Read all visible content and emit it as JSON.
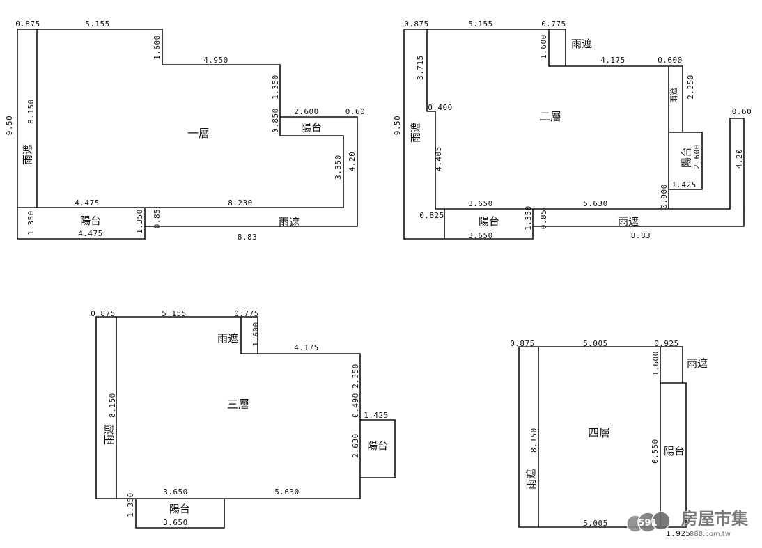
{
  "floors": {
    "f1": {
      "title": "一層",
      "dims": [
        "0.875",
        "5.155",
        "1.600",
        "4.950",
        "1.350",
        "0.850",
        "2.600",
        "0.60",
        "3.350",
        "4.20",
        "9.50",
        "8.150",
        "4.475",
        "8.230",
        "1.350",
        "1.350",
        "0.85",
        "4.475",
        "8.83"
      ],
      "balcony": [
        "陽台",
        "陽台"
      ],
      "rain_cover": [
        "雨遮",
        "雨遮"
      ]
    },
    "f2": {
      "title": "二層",
      "dims": [
        "0.875",
        "5.155",
        "0.775",
        "1.600",
        "4.175",
        "0.600",
        "3.715",
        "0.400",
        "2.350",
        "9.50",
        "4.405",
        "2.600",
        "1.425",
        "0.900",
        "0.60",
        "4.20",
        "3.650",
        "5.630",
        "0.825",
        "1.350",
        "0.85",
        "3.650",
        "8.83"
      ],
      "balcony": [
        "陽台",
        "陽台"
      ],
      "rain_cover": [
        "雨遮",
        "雨遮",
        "雨遮",
        "雨遮"
      ]
    },
    "f3": {
      "title": "三層",
      "dims": [
        "0.875",
        "5.155",
        "0.775",
        "1.600",
        "4.175",
        "2.350",
        "0.490",
        "1.425",
        "2.630",
        "8.150",
        "3.650",
        "5.630",
        "1.350",
        "3.650"
      ],
      "balcony": [
        "陽台",
        "陽台"
      ],
      "rain_cover": [
        "雨遮",
        "雨遮"
      ]
    },
    "f4": {
      "title": "四層",
      "dims": [
        "0.875",
        "5.005",
        "0.925",
        "1.600",
        "8.150",
        "6.550",
        "5.005",
        "1.925"
      ],
      "balcony": [
        "陽台"
      ],
      "rain_cover": [
        "雨遮",
        "雨遮"
      ]
    }
  },
  "watermark": {
    "logo": "591",
    "brand": "房屋市集",
    "url": "888.com.tw"
  },
  "colors": {
    "line": "#111111",
    "background": "#ffffff",
    "watermark": "#6a6a6a"
  }
}
